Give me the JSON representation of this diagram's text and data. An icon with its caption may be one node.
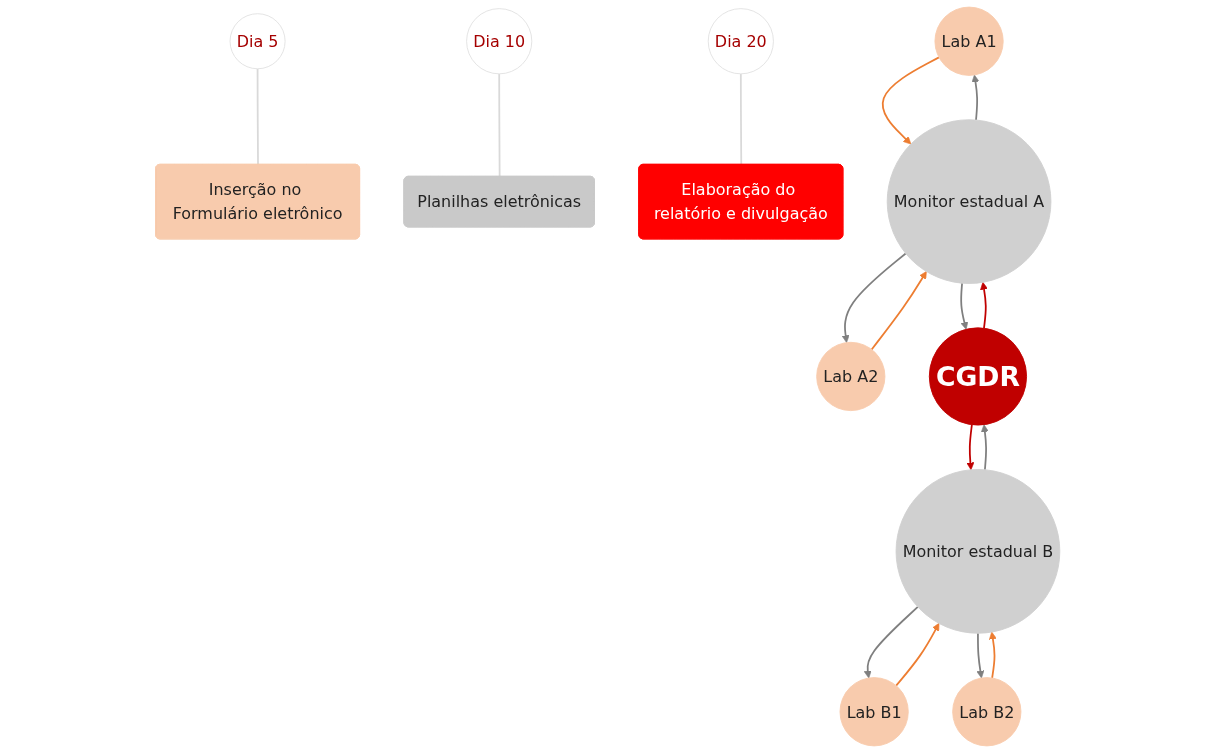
{
  "diagram": {
    "nodes": [
      {
        "text": [
          "Dia 5"
        ]
      },
      {
        "text": [
          "Inserção no Formulário eletrônico"
        ]
      },
      {
        "text": [
          "Dia 10"
        ]
      },
      {
        "text": [
          "Planilhas eletrônicas"
        ]
      },
      {
        "text": [
          "Dia 20"
        ]
      },
      {
        "text": [
          "Elaboração do relatório e divulgação"
        ]
      },
      {
        "text": [
          "Lab A1"
        ]
      },
      {
        "text": [
          "Lab A2"
        ]
      },
      {
        "text": [
          "Lab B1"
        ]
      },
      {
        "text": [
          "Lab B2"
        ]
      },
      {
        "text": [
          "Monitor estadual A"
        ]
      },
      {
        "text": [
          "Monitor estadual B"
        ]
      },
      {
        "text": [
          "CGDR"
        ]
      }
    ],
    "edges": [
      {
        "from": 0,
        "to": 1,
        "arrow": "none",
        "color": "#d9d9d9"
      },
      {
        "from": 2,
        "to": 3,
        "arrow": "none",
        "color": "#d9d9d9"
      },
      {
        "from": 4,
        "to": 5,
        "arrow": "none",
        "color": "#d9d9d9"
      },
      {
        "from": 6,
        "to": 10,
        "arrow": "to",
        "color": "#ed7d31"
      },
      {
        "from": 10,
        "to": 6,
        "arrow": "to"
      },
      {
        "from": 10,
        "to": 7,
        "arrow": "to"
      },
      {
        "from": 7,
        "to": 10,
        "arrow": "to",
        "color": "#ed7d31"
      },
      {
        "from": 8,
        "to": 11,
        "arrow": "to",
        "color": "#ed7d31"
      },
      {
        "from": 11,
        "to": 8,
        "arrow": "to"
      },
      {
        "from": 11,
        "to": 9,
        "arrow": "to"
      },
      {
        "from": 9,
        "to": 11,
        "arrow": "to",
        "color": "#ed7d31"
      },
      {
        "from": 10,
        "to": 12,
        "arrow": "to"
      },
      {
        "from": 12,
        "to": 10,
        "arrow": "to",
        "color": "#c00000"
      },
      {
        "from": 12,
        "to": 11,
        "arrow": "to",
        "color": "#c00000"
      },
      {
        "from": 11,
        "to": 12,
        "arrow": "to"
      }
    ]
  }
}
